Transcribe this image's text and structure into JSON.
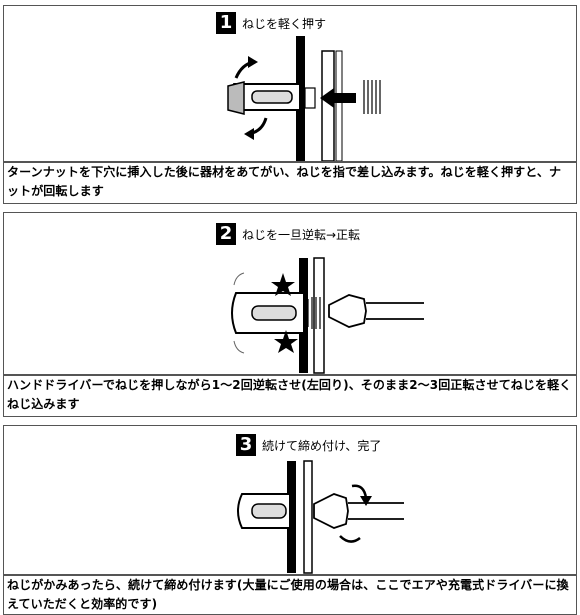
{
  "steps": [
    {
      "number": "1",
      "title": "ねじを軽く押す",
      "caption": "ターンナットを下穴に挿入した後に器材をあてがい、ねじを指で差し込みます。ねじを軽く押すと、ナットが回転します"
    },
    {
      "number": "2",
      "title": "ねじを一旦逆転→正転",
      "caption": "ハンドドライバーでねじを押しながら1～2回逆転させ(左回り)、そのまま2～3回正転させてねじを軽くねじ込みます"
    },
    {
      "number": "3",
      "title": "続けて締め付け、完了",
      "caption": "ねじがかみあったら、続けて締め付けます(大量にご使用の場合は、ここでエアや充電式ドライバーに換えていただくと効率的です)"
    }
  ],
  "icons": {
    "rotate_arrow": "curved-arrow-icon",
    "push_arrow": "right-arrow-icon",
    "star": "star-icon"
  }
}
